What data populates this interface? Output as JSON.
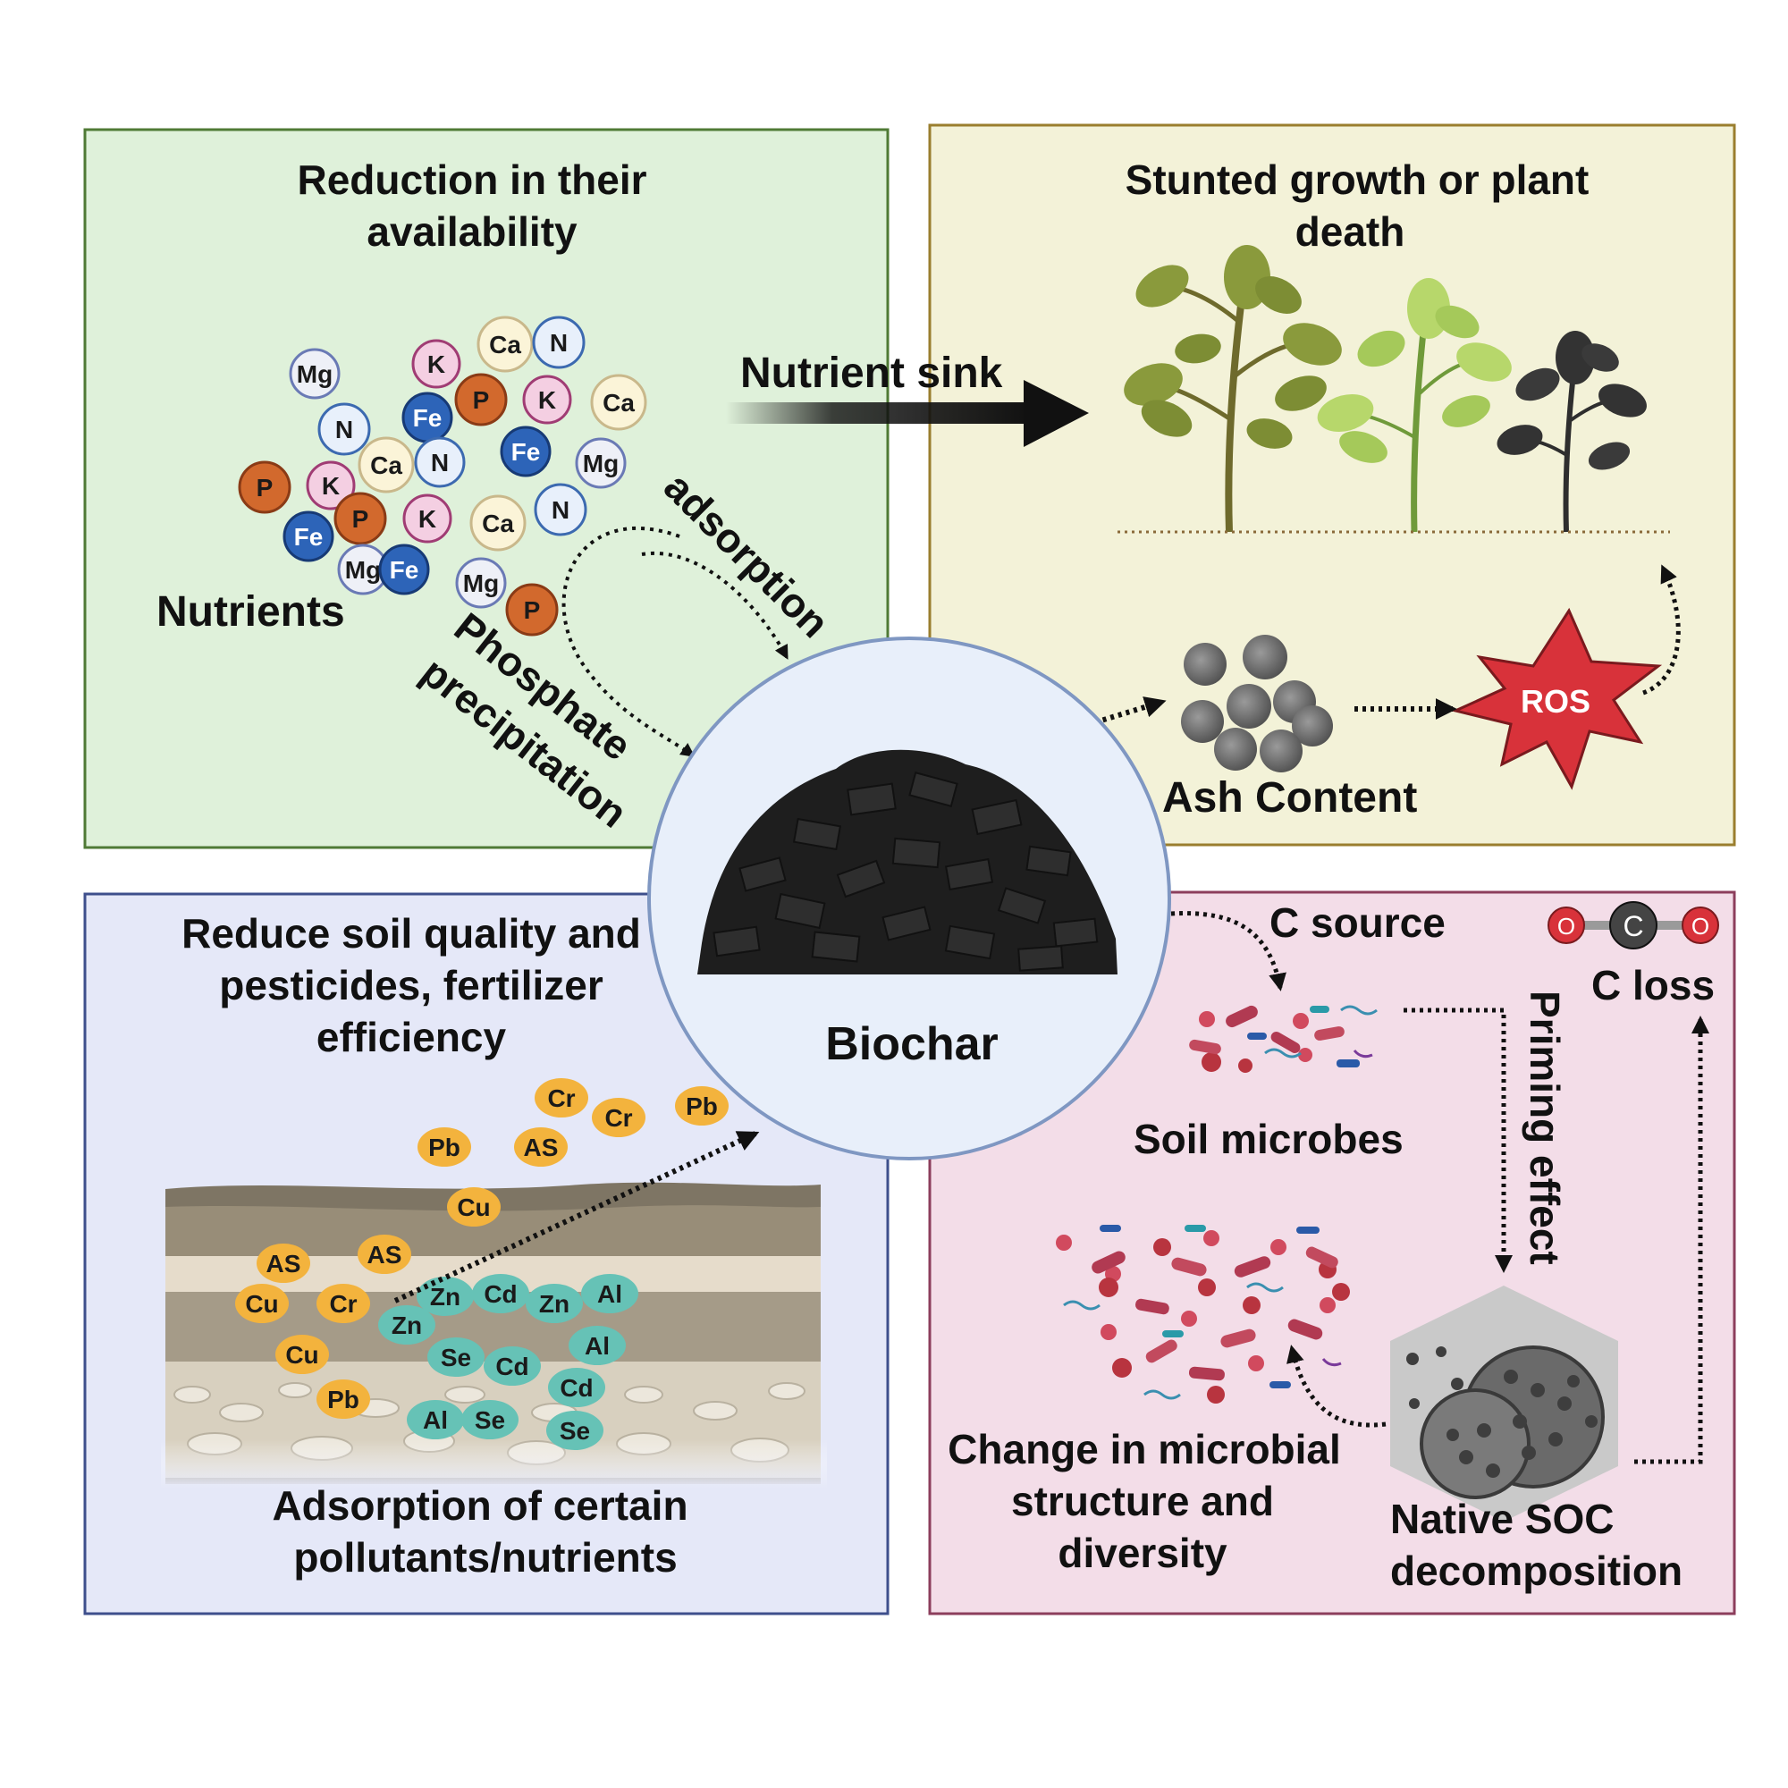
{
  "colors": {
    "green_panel": "#dff1da",
    "yellow_panel": "#f3f2d8",
    "blue_panel": "#e5e8f8",
    "pink_panel": "#f3dde8",
    "biochar_circle": "#e8effa",
    "heavy_metal": "#f3b33d",
    "metal_cation": "#66c2b6",
    "ros": "#d8323a"
  },
  "panels": {
    "top_left": {
      "title_line1": "Reduction in their",
      "title_line2": "availability",
      "nutrients_label": "Nutrients",
      "phosphate_line1": "Phosphate",
      "phosphate_line2": "precipitation",
      "adsorption_label": "adsorption",
      "nutrient_sink_label": "Nutrient sink"
    },
    "top_right": {
      "title_line1": "Stunted growth or plant",
      "title_line2": "death",
      "ash_label": "Ash Content",
      "ros_label": "ROS"
    },
    "bottom_left": {
      "title_line1": "Reduce soil quality and",
      "title_line2": "pesticides, fertilizer",
      "title_line3": "efficiency",
      "caption_line1": "Adsorption of certain",
      "caption_line2": "pollutants/nutrients"
    },
    "bottom_right": {
      "c_source_label": "C source",
      "c_loss_label": "C loss",
      "co2_atoms": [
        "O",
        "C",
        "O"
      ],
      "soil_microbes_label": "Soil microbes",
      "priming_label": "Priming effect",
      "change_line1": "Change in microbial",
      "change_line2": "structure and",
      "change_line3": "diversity",
      "soc_line1": "Native SOC",
      "soc_line2": "decomposition"
    }
  },
  "center": {
    "label": "Biochar"
  },
  "nutrients": [
    "Mg",
    "K",
    "Ca",
    "N",
    "P",
    "K",
    "Ca",
    "N",
    "Fe",
    "Ca",
    "N",
    "Fe",
    "Mg",
    "P",
    "K",
    "P",
    "K",
    "Ca",
    "N",
    "Fe",
    "Mg",
    "Fe",
    "Mg",
    "P"
  ],
  "pollutants": [
    "Cr",
    "Cr",
    "Pb",
    "Pb",
    "AS",
    "Cu",
    "AS",
    "AS",
    "Cu",
    "Cr",
    "Cu",
    "Pb",
    "Zn",
    "Cd",
    "Zn",
    "Al",
    "Zn",
    "Al",
    "Se",
    "Cd",
    "Cd",
    "Al",
    "Se",
    "Se"
  ]
}
